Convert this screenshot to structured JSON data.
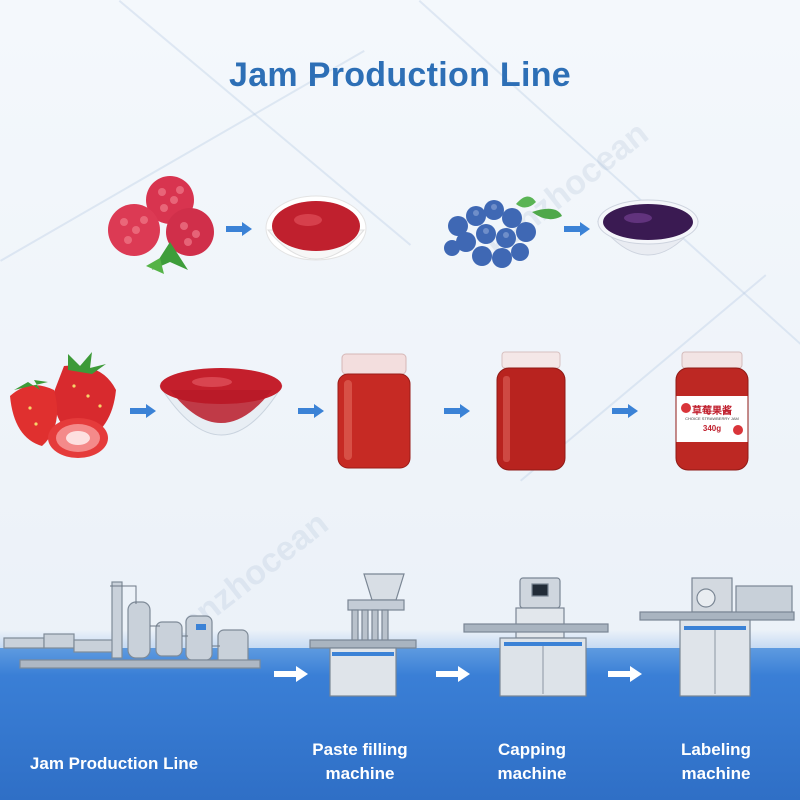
{
  "title": "Jam Production Line",
  "watermark": "kenzhocean",
  "colors": {
    "title": "#2d6fb6",
    "arrow": "#3b82d6",
    "band": "#3a7fd6",
    "jam": "#c0202e",
    "label": "#ffffff"
  },
  "raw_materials": [
    "raspberries",
    "blueberries",
    "strawberries"
  ],
  "jar_label": {
    "name": "草莓果酱",
    "subtitle": "CHOICE STRAWBERRY JAM",
    "weight": "340g"
  },
  "machines": [
    {
      "label_line1": "Jam Production Line",
      "label_line2": ""
    },
    {
      "label_line1": "Paste filling",
      "label_line2": "machine"
    },
    {
      "label_line1": "Capping",
      "label_line2": "machine"
    },
    {
      "label_line1": "Labeling",
      "label_line2": "machine"
    }
  ]
}
